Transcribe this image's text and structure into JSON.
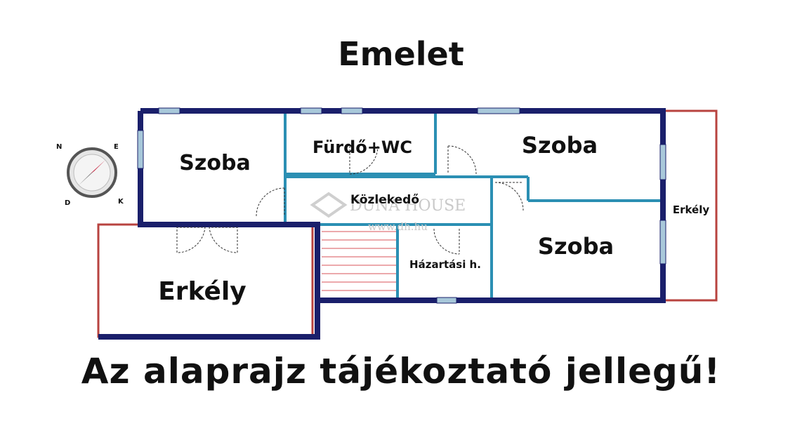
{
  "title": "Emelet",
  "disclaimer": "Az alaprajz tájékoztató jellegű!",
  "rooms": {
    "szoba_left": "Szoba",
    "furdo_wc": "Fürdő+WC",
    "szoba_top_right": "Szoba",
    "kozlekedo": "Közlekedő",
    "szoba_bottom_right": "Szoba",
    "hazartasi": "Házartási h.",
    "erkely_left": "Erkély",
    "erkely_right": "Erkély"
  },
  "compass": {
    "n": "N",
    "e": "E",
    "d": "D",
    "k": "K"
  },
  "watermark": {
    "brand": "DUNA HOUSE",
    "url": "www.dh.hu"
  },
  "colors": {
    "outer_wall": "#1a1f6b",
    "inner_wall": "#2b8fb3",
    "balcony": "#b8433f",
    "window": "#a8c8da",
    "stairs": "#d9535a"
  }
}
